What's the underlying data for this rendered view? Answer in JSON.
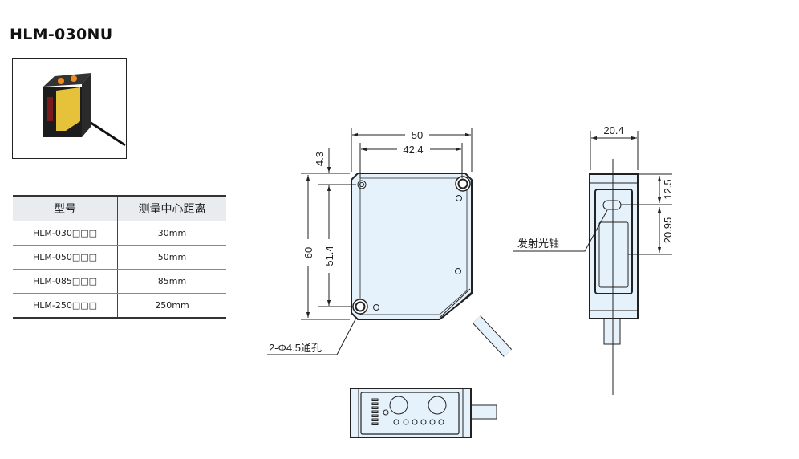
{
  "title": "HLM-030NU",
  "table": {
    "headers": [
      "型号",
      "测量中心距离"
    ],
    "rows": [
      [
        "HLM-030□□□",
        "30mm"
      ],
      [
        "HLM-050□□□",
        "50mm"
      ],
      [
        "HLM-085□□□",
        "85mm"
      ],
      [
        "HLM-250□□□",
        "250mm"
      ]
    ]
  },
  "front_view": {
    "dim_width": "50",
    "dim_hole_spacing_x": "42.4",
    "dim_top_offset": "4.3",
    "dim_height": "60",
    "dim_hole_spacing_y": "51.4",
    "hole_label": "2-Φ4.5通孔"
  },
  "side_view": {
    "dim_width": "20.4",
    "dim_top_to_axis": "12.5",
    "dim_axis_to_receiver": "20.95",
    "axis_label": "发射光轴"
  },
  "colors": {
    "body_fill": "#e6f2fb",
    "line": "#222222"
  }
}
